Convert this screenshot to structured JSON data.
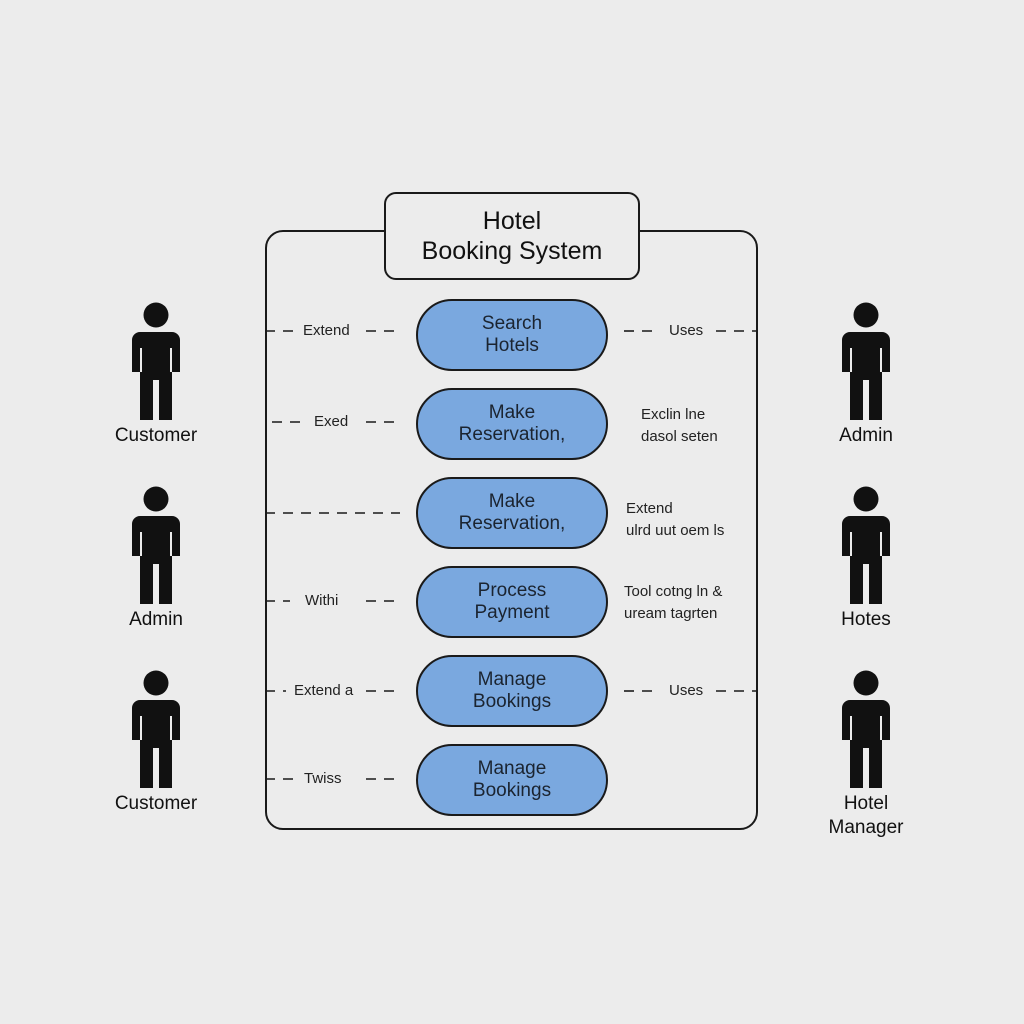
{
  "system": {
    "title": "Hotel\nBooking System"
  },
  "use_cases": [
    {
      "label": "Search\nHotels"
    },
    {
      "label": "Make\nReservation,"
    },
    {
      "label": "Make\nReservation,"
    },
    {
      "label": "Process\nPayment"
    },
    {
      "label": "Manage\nBookings"
    },
    {
      "label": "Manage\nBookings"
    }
  ],
  "relations_left": [
    {
      "label": "Extend"
    },
    {
      "label": "Exed"
    },
    {
      "label": ""
    },
    {
      "label": "Withi"
    },
    {
      "label": "Extend a"
    },
    {
      "label": "Twiss"
    }
  ],
  "relations_right": [
    {
      "label": "Uses"
    },
    {
      "label": "Exclin lne\ndasol seten"
    },
    {
      "label": "Extend\nulrd uut oem ls"
    },
    {
      "label": "Tool cotng ln &\nuream tagrten"
    },
    {
      "label": "Uses"
    },
    {
      "label": ""
    }
  ],
  "actors_left": [
    {
      "label": "Customer",
      "icon": "person-icon"
    },
    {
      "label": "Admin",
      "icon": "person-icon"
    },
    {
      "label": "Customer",
      "icon": "person-icon"
    }
  ],
  "actors_right": [
    {
      "label": "Admin",
      "icon": "person-icon"
    },
    {
      "label": "Hotes",
      "icon": "person-icon"
    },
    {
      "label": "Hotel\nManager",
      "icon": "person-icon"
    }
  ],
  "colors": {
    "background": "#ececec",
    "use_case_fill": "#7aa8df",
    "stroke": "#1a1a1a"
  }
}
